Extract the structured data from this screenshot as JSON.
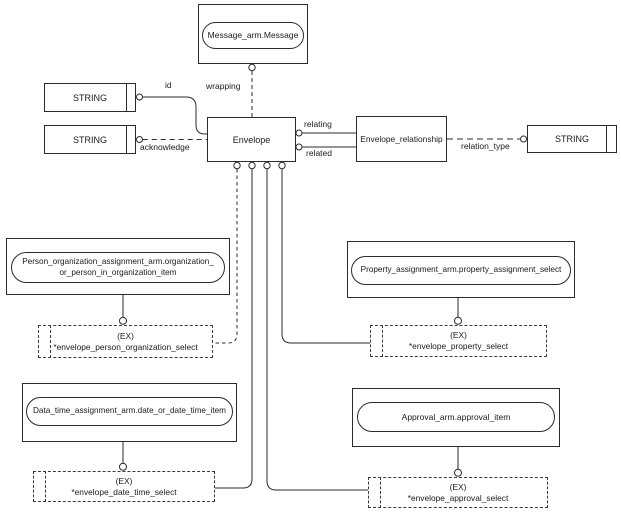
{
  "colors": {
    "line": "#2b2b2b",
    "background": "#ffffff"
  },
  "nodes": {
    "message": {
      "label": "Message_arm.Message"
    },
    "string_id": {
      "label": "STRING"
    },
    "string_acknowledge": {
      "label": "STRING"
    },
    "envelope": {
      "label": "Envelope"
    },
    "envelope_relationship": {
      "label": "Envelope_relationship"
    },
    "string_relation_type": {
      "label": "STRING"
    },
    "person_organization_item": {
      "label_line1": "Person_organization_assignment_arm.organization_",
      "label_line2": "or_person_in_organization_item"
    },
    "property_assignment_item": {
      "label": "Property_assignment_arm.property_assignment_select"
    },
    "date_time_item": {
      "label": "Data_time_assignment_arm.date_or_date_time_item"
    },
    "approval_item": {
      "label": "Approval_arm.approval_item"
    },
    "envelope_person_organization_select": {
      "tag": "(EX)",
      "label": "*envelope_person_organization_select"
    },
    "envelope_property_select": {
      "tag": "(EX)",
      "label": "*envelope_property_select"
    },
    "envelope_date_time_select": {
      "tag": "(EX)",
      "label": "*envelope_date_time_select"
    },
    "envelope_approval_select": {
      "tag": "(EX)",
      "label": "*envelope_approval_select"
    }
  },
  "edge_labels": {
    "id": "id",
    "wrapping": "wrapping",
    "acknowledge": "acknowledge",
    "relating": "relating",
    "related": "related",
    "relation_type": "relation_type"
  }
}
